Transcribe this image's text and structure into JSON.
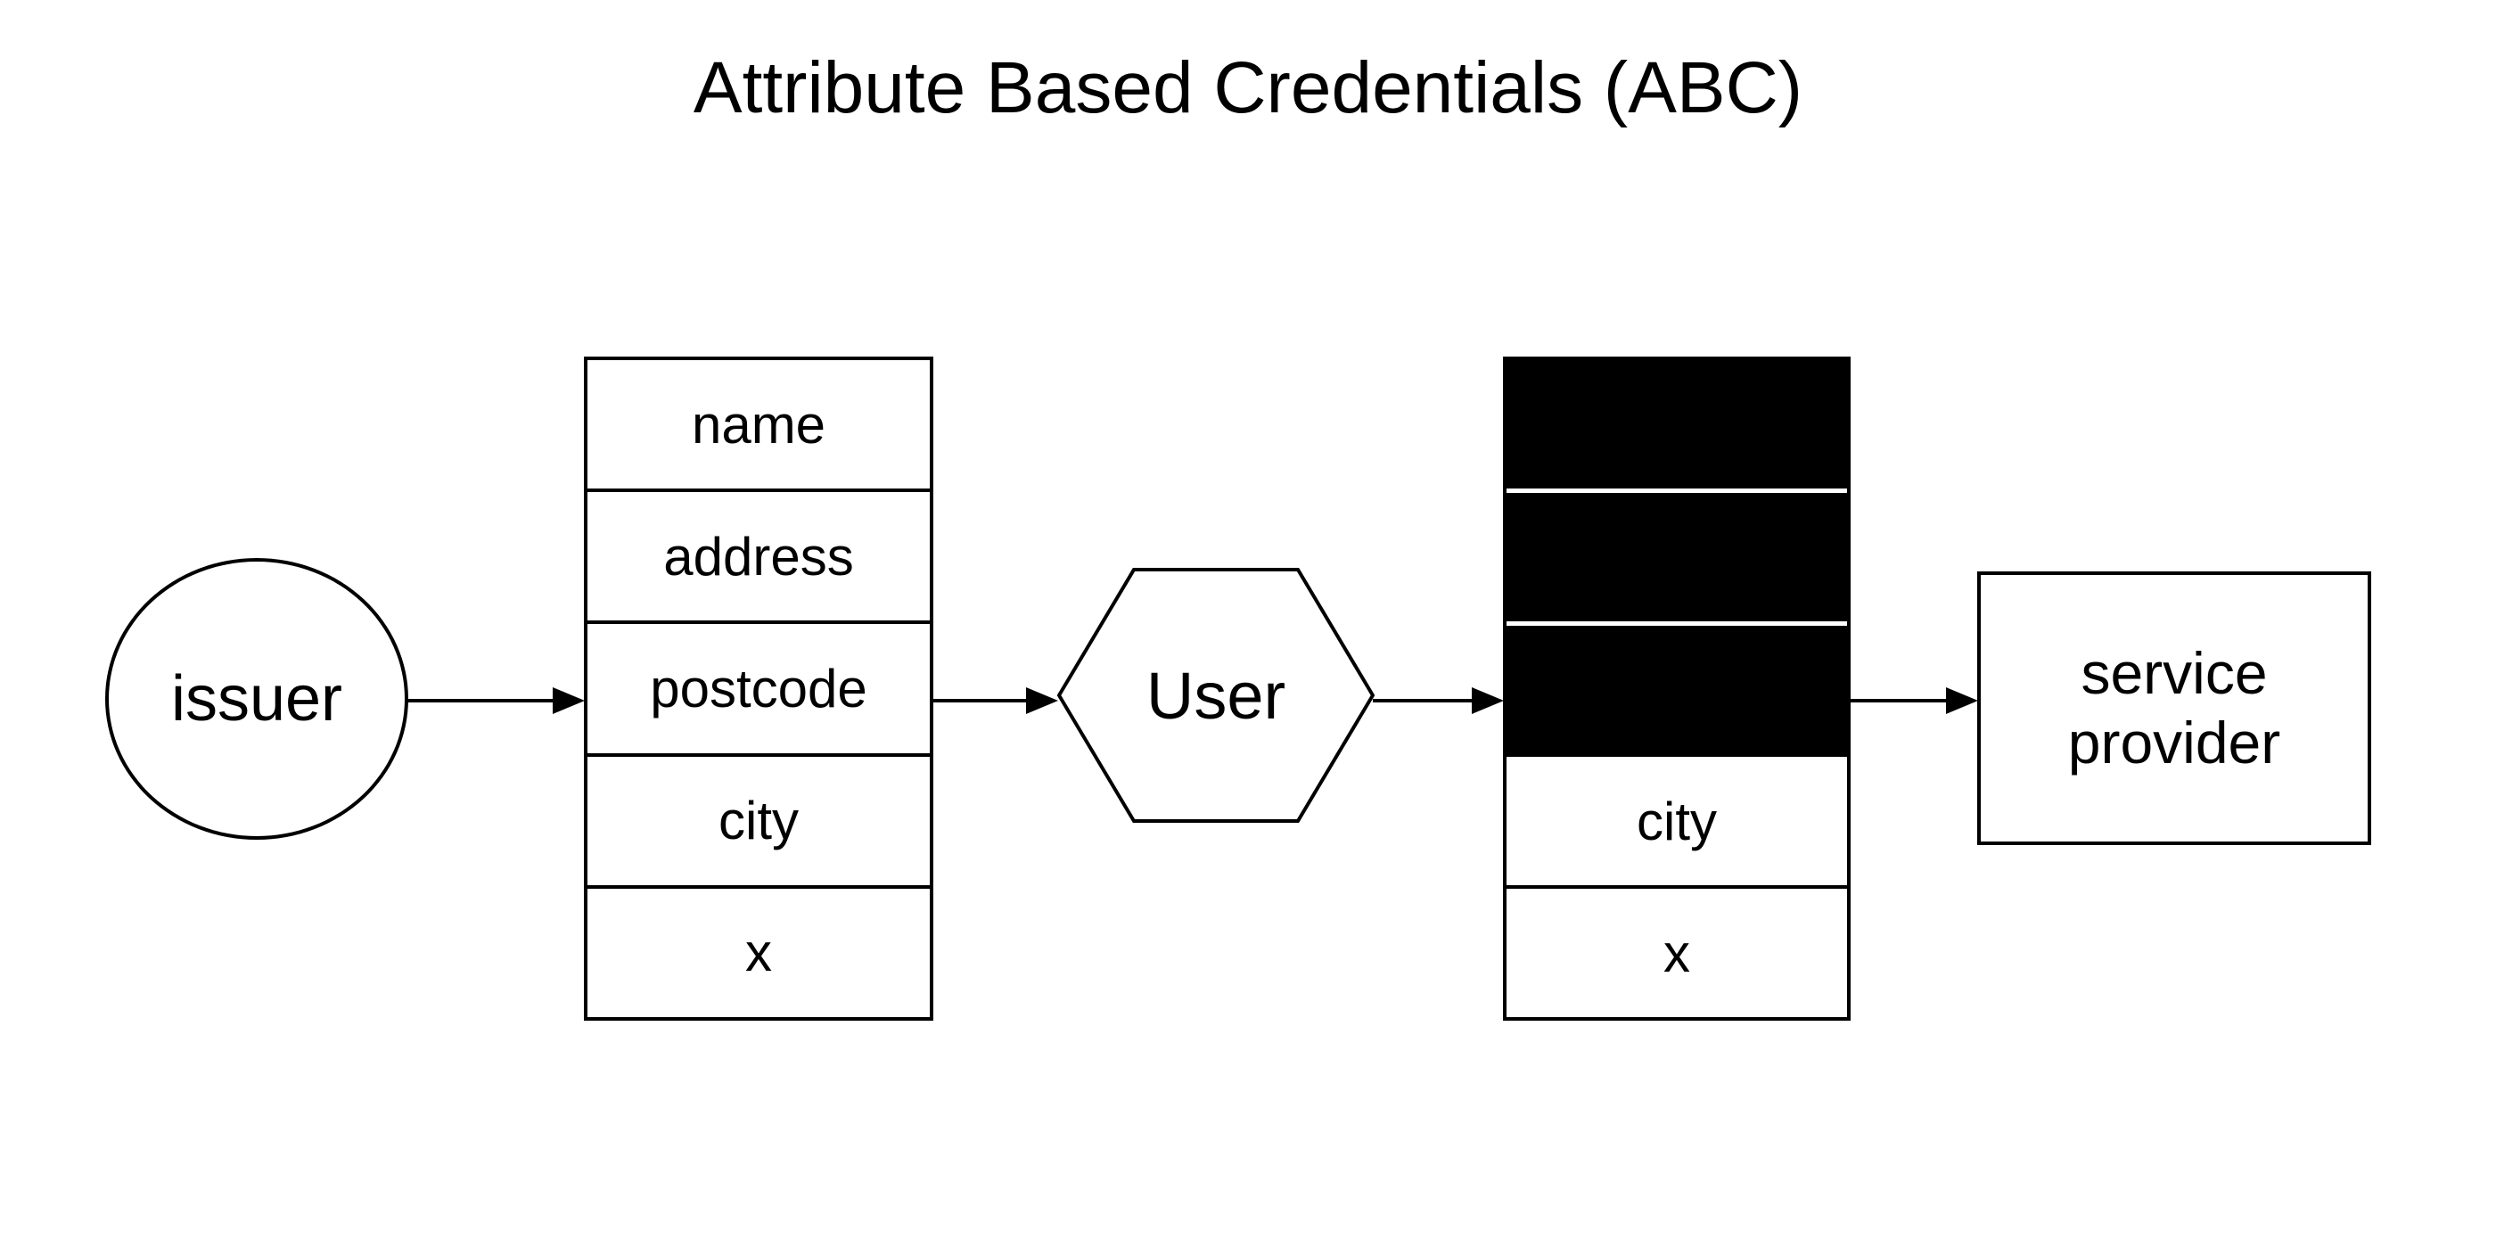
{
  "title": "Attribute Based Credentials (ABC)",
  "colors": {
    "background": "#ffffff",
    "stroke": "#000000",
    "text": "#000000",
    "redacted_fill": "#000000"
  },
  "nodes": {
    "issuer": {
      "label": "issuer",
      "shape": "ellipse"
    },
    "user": {
      "label": "User",
      "shape": "hexagon"
    },
    "service_provider": {
      "label": "service provider",
      "shape": "rectangle"
    }
  },
  "issued_credential": {
    "rows": [
      {
        "label": "name",
        "redacted": false
      },
      {
        "label": "address",
        "redacted": false
      },
      {
        "label": "postcode",
        "redacted": false
      },
      {
        "label": "city",
        "redacted": false
      },
      {
        "label": "x",
        "redacted": false
      }
    ]
  },
  "presented_credential": {
    "rows": [
      {
        "label": "",
        "redacted": true
      },
      {
        "label": "",
        "redacted": true
      },
      {
        "label": "",
        "redacted": true
      },
      {
        "label": "city",
        "redacted": false
      },
      {
        "label": "x",
        "redacted": false
      }
    ]
  },
  "arrows": [
    {
      "from": "issuer",
      "to": "issued_credential"
    },
    {
      "from": "issued_credential",
      "to": "user"
    },
    {
      "from": "user",
      "to": "presented_credential"
    },
    {
      "from": "presented_credential",
      "to": "service_provider"
    }
  ]
}
